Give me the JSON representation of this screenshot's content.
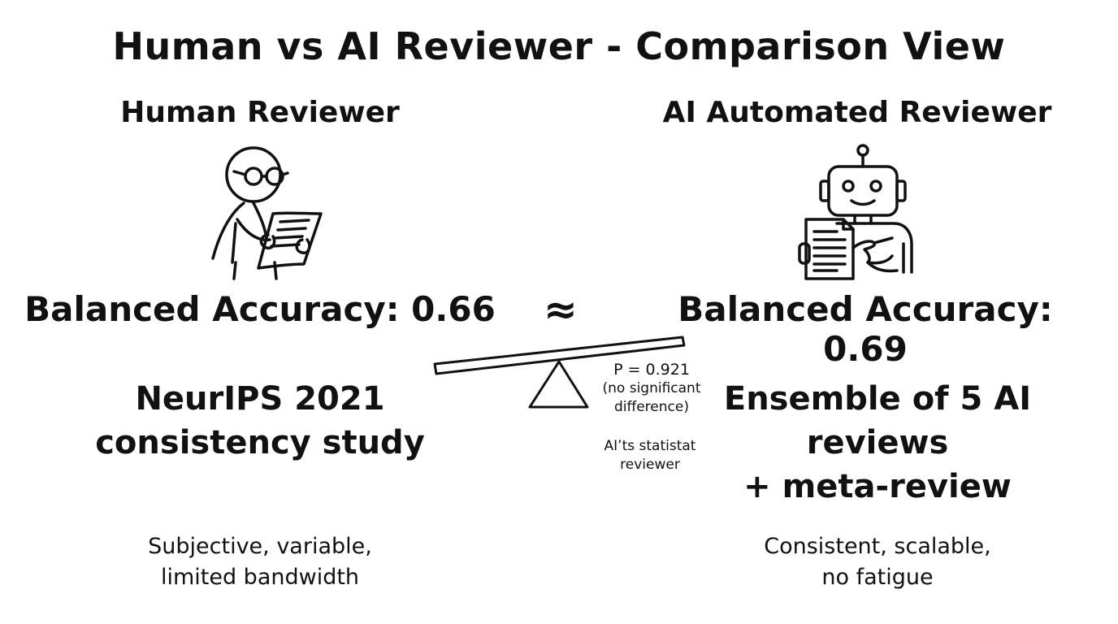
{
  "title": "Human vs AI Reviewer - Comparison View",
  "left": {
    "heading": "Human Reviewer",
    "icon": "human-reviewer-icon",
    "accuracy": "Balanced Accuracy: 0.66",
    "method_lines": [
      "NeurIPS 2021",
      "consistency study"
    ],
    "trait_lines": [
      "Subjective, variable,",
      "limited bandwidth"
    ]
  },
  "right": {
    "heading": "AI Automated Reviewer",
    "icon": "robot-reviewer-icon",
    "accuracy": "Balanced Accuracy: 0.69",
    "method_lines": [
      "Ensemble of 5 AI",
      "reviews",
      "+ meta-review"
    ],
    "trait_lines": [
      "Consistent, scalable,",
      "no fatigue"
    ]
  },
  "center": {
    "approx_symbol": "≈",
    "icon": "balance-scale-icon",
    "p_value": "P = 0.921",
    "p_note_lines": [
      "(no significant",
      "difference)"
    ],
    "note_lines": [
      "AI’ts statistat",
      "reviewer"
    ]
  }
}
